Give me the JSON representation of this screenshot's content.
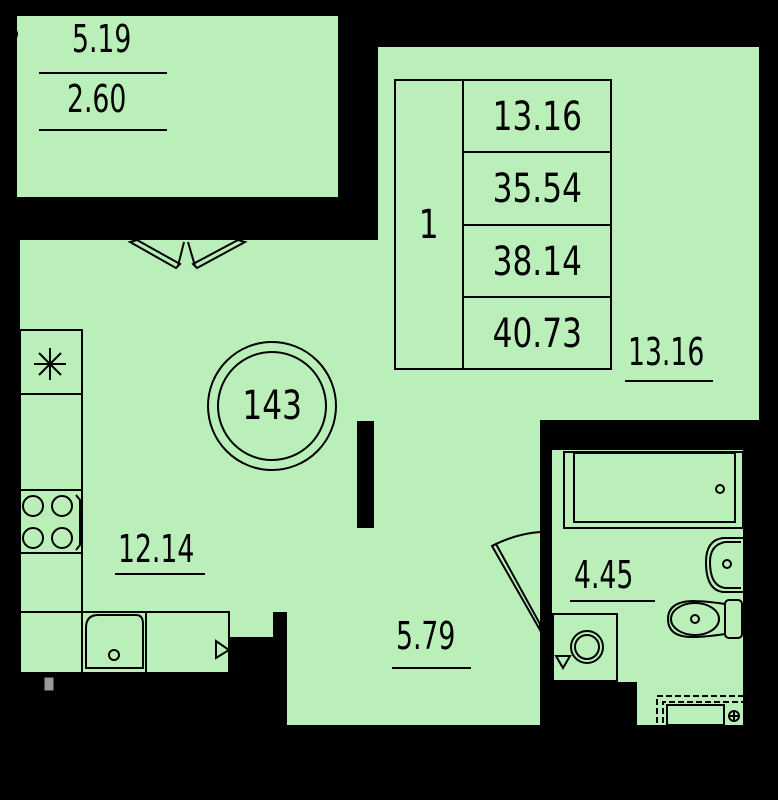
{
  "plan": {
    "colors": {
      "room_fill": "#bbefba",
      "wall": "#000000",
      "line": "#000000",
      "vent": "#999999"
    },
    "apartment_number": "143",
    "balcony": {
      "area": "5.19",
      "reduced_area": "2.60"
    },
    "rooms": {
      "living_room": {
        "area": "13.16"
      },
      "kitchen": {
        "area": "12.14"
      },
      "hallway": {
        "area": "5.79"
      },
      "bathroom": {
        "area": "4.45"
      }
    },
    "summary_table": {
      "rooms_count": "1",
      "values": [
        "13.16",
        "35.54",
        "38.14",
        "40.73"
      ]
    }
  }
}
